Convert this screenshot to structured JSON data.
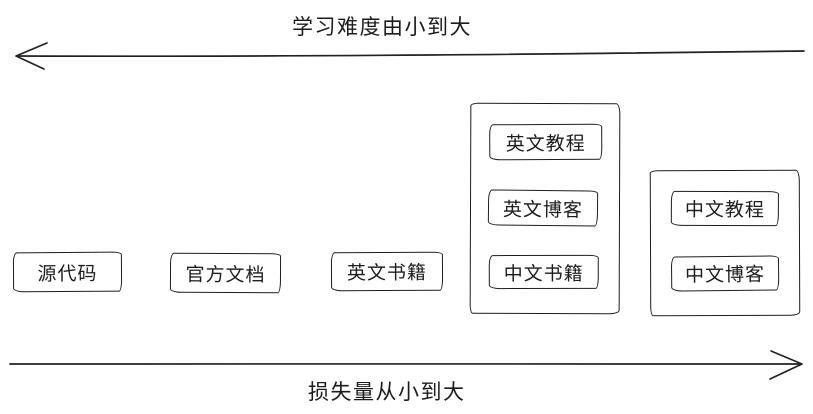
{
  "diagram": {
    "top_axis": {
      "label": "学习难度由小到大",
      "direction": "left"
    },
    "bottom_axis": {
      "label": "损失量从小到大",
      "direction": "right"
    },
    "nodes": [
      {
        "label": "源代码"
      },
      {
        "label": "官方文档"
      },
      {
        "label": "英文书籍"
      }
    ],
    "groups": [
      {
        "items": [
          {
            "label": "英文教程"
          },
          {
            "label": "英文博客"
          },
          {
            "label": "中文书籍"
          }
        ]
      },
      {
        "items": [
          {
            "label": "中文教程"
          },
          {
            "label": "中文博客"
          }
        ]
      }
    ],
    "stroke_color": "#1d1d1d",
    "background_color": "#ffffff"
  }
}
